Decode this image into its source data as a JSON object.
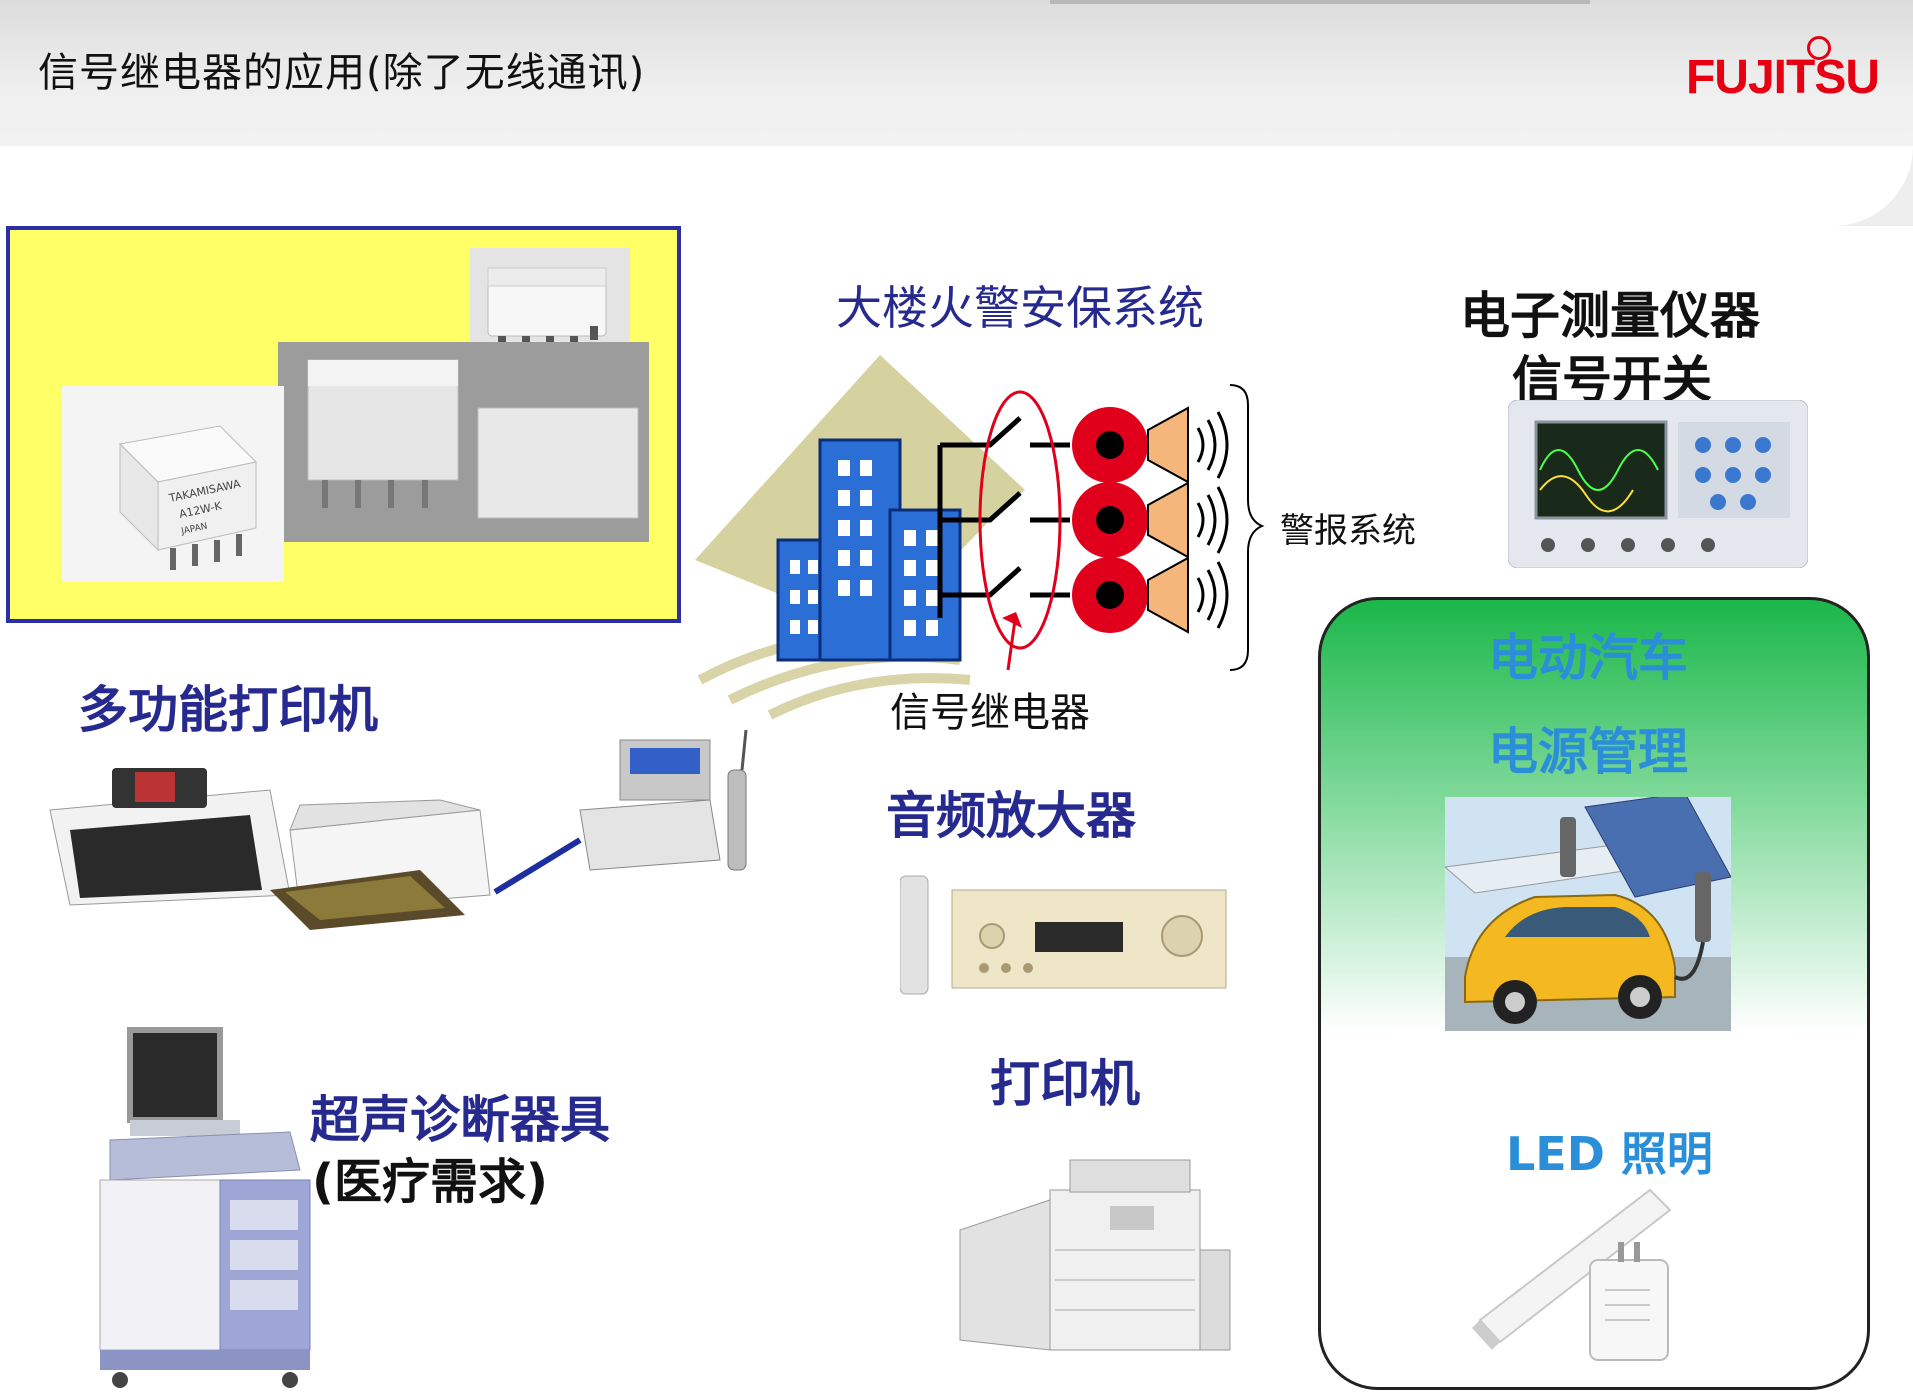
{
  "header": {
    "title": "信号继电器的应用(除了无线通讯)",
    "logo": "FUJITSU",
    "brand_color": "#e60012"
  },
  "sections": {
    "fire_alarm": {
      "title": "大楼火警安保系统",
      "alarm_label": "警报系统",
      "relay_label": "信号继电器"
    },
    "measuring": {
      "line1": "电子测量仪器",
      "line2": "信号开关"
    },
    "multifunction_printer": {
      "label": "多功能打印机"
    },
    "audio_amp": {
      "label": "音频放大器"
    },
    "printer": {
      "label": "打印机"
    },
    "ultrasound": {
      "line1": "超声诊断器具",
      "line2": "(医疗需求)"
    },
    "ev_panel": {
      "line1": "电动汽车",
      "line2": "电源管理",
      "led": "LED 照明"
    },
    "relay_photo": {
      "brand_text": "TAKAMISAWA",
      "model_text": "A12W-K",
      "country_text": "JAPAN"
    }
  },
  "colors": {
    "label_blue": "#262a8e",
    "ev_label": "#2a8fd8",
    "relay_box_bg": "#ffff66",
    "relay_box_border": "#2a2fa8",
    "alarm_red": "#e0001b"
  }
}
